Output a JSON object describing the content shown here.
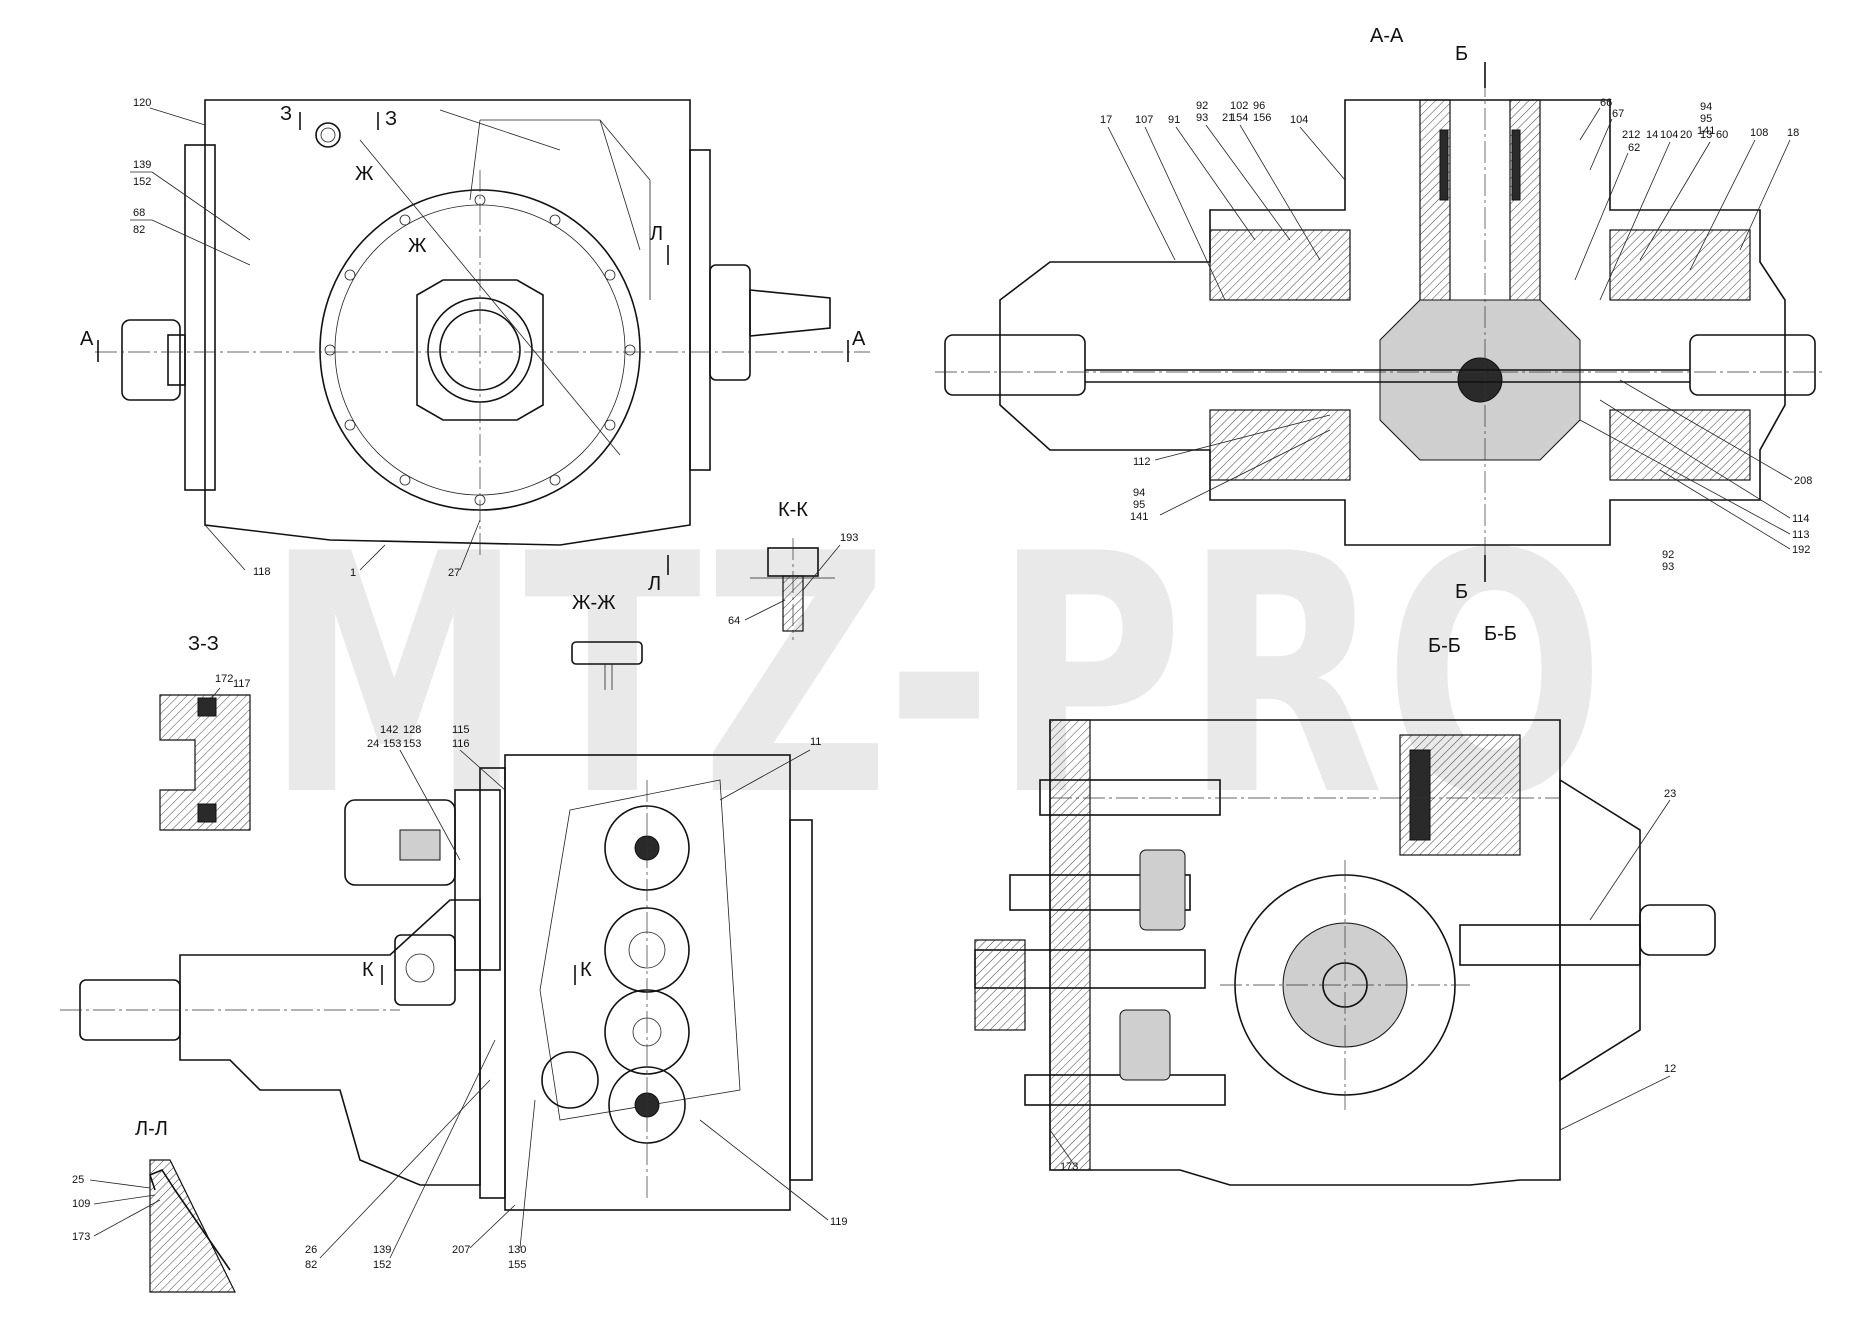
{
  "watermark": "MTZ-PRO",
  "section_titles": {
    "aa": "А-А",
    "bb_a": "Б-Б",
    "bb_b": "Б-Б",
    "zz": "З-З",
    "kk": "К-К",
    "zhzh": "Ж-Ж",
    "ll": "Л-Л"
  },
  "cut_marks": {
    "a_left": "А",
    "a_right": "А",
    "z_left": "З",
    "z_right": "З",
    "zh_top": "Ж",
    "zh_bottom": "Ж",
    "l_top": "Л",
    "l_bottom": "Л",
    "b_top": "Б",
    "b_bottom": "Б",
    "k_left": "К",
    "k_right": "К"
  },
  "callouts": {
    "top_left_view": [
      "120",
      "139",
      "152",
      "68",
      "82",
      "118",
      "1",
      "27"
    ],
    "section_aa": [
      "17",
      "107",
      "91",
      "92",
      "93",
      "21",
      "102",
      "154",
      "96",
      "156",
      "104",
      "66",
      "67",
      "212",
      "62",
      "14",
      "104",
      "20",
      "13",
      "60",
      "94",
      "95",
      "141",
      "108",
      "18",
      "112",
      "94",
      "95",
      "141",
      "208",
      "114",
      "113",
      "192",
      "92",
      "93"
    ],
    "section_kk": [
      "193",
      "64"
    ],
    "section_zz": [
      "172",
      "117"
    ],
    "bottom_view": [
      "142",
      "128",
      "24",
      "153",
      "153",
      "115",
      "116",
      "11",
      "26",
      "82",
      "139",
      "152",
      "207",
      "130",
      "155",
      "119"
    ],
    "section_ll": [
      "25",
      "109",
      "173"
    ],
    "section_bb": [
      "23",
      "12",
      "173"
    ]
  }
}
